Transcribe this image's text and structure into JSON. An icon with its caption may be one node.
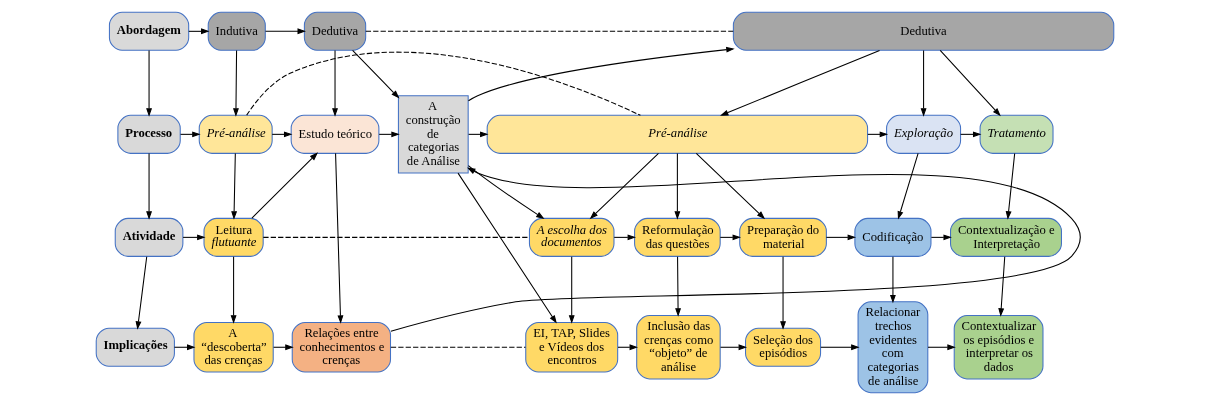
{
  "diagram": {
    "nodes": [
      {
        "text": [
          "Abordagem"
        ]
      },
      {
        "text": [
          "Indutiva"
        ]
      },
      {
        "text": [
          "Dedutiva"
        ]
      },
      {
        "text": [
          "Dedutiva"
        ]
      },
      {
        "text": [
          "Processo"
        ]
      },
      {
        "text": [
          "Pré-análise"
        ]
      },
      {
        "text": [
          "Estudo teórico"
        ]
      },
      {
        "text": [
          "A construção de categorias de Análise"
        ]
      },
      {
        "text": [
          "Pré-análise"
        ]
      },
      {
        "text": [
          "Exploração"
        ]
      },
      {
        "text": [
          "Tratamento"
        ]
      },
      {
        "text": [
          "Atividade"
        ]
      },
      {
        "text": [
          "Leitura *flutuante*"
        ]
      },
      {
        "text": [
          "A escolha dos documentos"
        ]
      },
      {
        "text": [
          "Reformulação das questões"
        ]
      },
      {
        "text": [
          "Preparação do material"
        ]
      },
      {
        "text": [
          "Codificação"
        ]
      },
      {
        "text": [
          "Contextualização e Interpretação"
        ]
      },
      {
        "text": [
          "Implicações"
        ]
      },
      {
        "text": [
          "A “descoberta” das crenças"
        ]
      },
      {
        "text": [
          "Relações entre conhecimentos e crenças"
        ]
      },
      {
        "text": [
          "EI, TAP, Slides e Vídeos dos encontros"
        ]
      },
      {
        "text": [
          "Inclusão das crenças como “objeto” de análise"
        ]
      },
      {
        "text": [
          "Seleção dos episódios"
        ]
      },
      {
        "text": [
          "Relacionar trechos evidentes com categorias de análise"
        ]
      },
      {
        "text": [
          "Contextualizar os episódios e interpretar os dados"
        ]
      }
    ],
    "edges": [
      {
        "from": 0,
        "to": 1,
        "arrow": "to"
      },
      {
        "from": 1,
        "to": 2,
        "arrow": "to"
      },
      {
        "from": 2,
        "to": 3,
        "arrow": "none",
        "style": "dashed"
      },
      {
        "from": 0,
        "to": 4,
        "arrow": "to"
      },
      {
        "from": 1,
        "to": 5,
        "arrow": "to"
      },
      {
        "from": 2,
        "to": 6,
        "arrow": "to"
      },
      {
        "from": 2,
        "to": 7,
        "arrow": "to"
      },
      {
        "from": 4,
        "to": 5,
        "arrow": "to"
      },
      {
        "from": 5,
        "to": 8,
        "arrow": "none",
        "style": "dashed"
      },
      {
        "from": 5,
        "to": 6,
        "arrow": "to"
      },
      {
        "from": 5,
        "to": 12,
        "arrow": "to"
      },
      {
        "from": 6,
        "to": 7,
        "arrow": "to"
      },
      {
        "from": 6,
        "to": 20,
        "arrow": "to"
      },
      {
        "from": 7,
        "to": 3,
        "arrow": "to"
      },
      {
        "from": 7,
        "to": 8,
        "arrow": "to"
      },
      {
        "from": 7,
        "to": 13,
        "arrow": "to"
      },
      {
        "from": 7,
        "to": 21,
        "arrow": "to"
      },
      {
        "from": 3,
        "to": 8,
        "arrow": "to"
      },
      {
        "from": 3,
        "to": 9,
        "arrow": "to"
      },
      {
        "from": 3,
        "to": 10,
        "arrow": "to"
      },
      {
        "from": 8,
        "to": 9,
        "arrow": "to"
      },
      {
        "from": 9,
        "to": 10,
        "arrow": "to"
      },
      {
        "from": 8,
        "to": 13,
        "arrow": "to"
      },
      {
        "from": 8,
        "to": 14,
        "arrow": "to"
      },
      {
        "from": 8,
        "to": 15,
        "arrow": "to"
      },
      {
        "from": 9,
        "to": 16,
        "arrow": "to"
      },
      {
        "from": 10,
        "to": 17,
        "arrow": "to"
      },
      {
        "from": 4,
        "to": 11,
        "arrow": "to"
      },
      {
        "from": 11,
        "to": 12,
        "arrow": "to"
      },
      {
        "from": 12,
        "to": 6,
        "arrow": "to"
      },
      {
        "from": 12,
        "to": 13,
        "arrow": "none",
        "style": "dashed"
      },
      {
        "from": 12,
        "to": 19,
        "arrow": "to"
      },
      {
        "from": 13,
        "to": 14,
        "arrow": "to"
      },
      {
        "from": 14,
        "to": 15,
        "arrow": "to"
      },
      {
        "from": 15,
        "to": 16,
        "arrow": "to"
      },
      {
        "from": 16,
        "to": 17,
        "arrow": "to"
      },
      {
        "from": 13,
        "to": 21,
        "arrow": "to"
      },
      {
        "from": 14,
        "to": 22,
        "arrow": "to"
      },
      {
        "from": 15,
        "to": 23,
        "arrow": "to"
      },
      {
        "from": 16,
        "to": 24,
        "arrow": "to"
      },
      {
        "from": 17,
        "to": 25,
        "arrow": "to"
      },
      {
        "from": 11,
        "to": 18,
        "arrow": "to"
      },
      {
        "from": 18,
        "to": 19,
        "arrow": "to"
      },
      {
        "from": 19,
        "to": 20,
        "arrow": "to"
      },
      {
        "from": 20,
        "to": 7,
        "arrow": "to"
      },
      {
        "from": 20,
        "to": 21,
        "arrow": "none",
        "style": "dashed"
      },
      {
        "from": 21,
        "to": 22,
        "arrow": "to"
      },
      {
        "from": 22,
        "to": 23,
        "arrow": "to"
      },
      {
        "from": 23,
        "to": 24,
        "arrow": "to"
      },
      {
        "from": 24,
        "to": 25,
        "arrow": "to"
      }
    ]
  }
}
